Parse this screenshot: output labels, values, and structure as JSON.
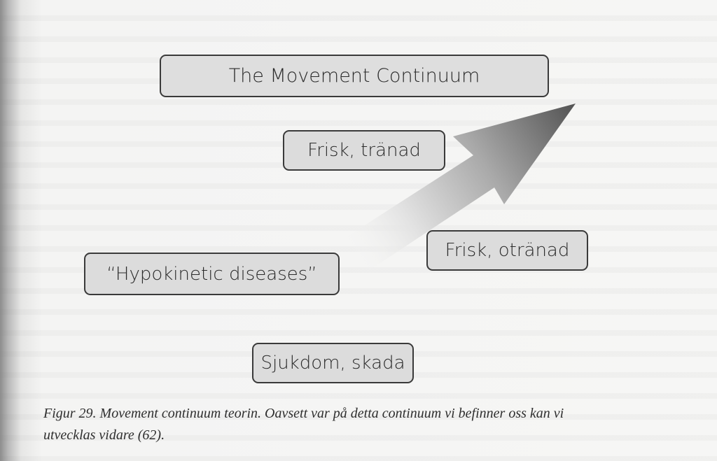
{
  "diagram": {
    "title": "The Movement Continuum",
    "levels": {
      "trained": "Frisk, tränad",
      "untrained": "Frisk, otränad",
      "hypokinetic": "“Hypokinetic diseases”",
      "disease": "Sjukdom, skada"
    }
  },
  "caption": {
    "line1": "Figur 29. Movement continuum teorin. Oavsett var på detta continuum vi befinner oss kan vi",
    "line2": "utvecklas vidare (62)."
  },
  "colors": {
    "box_fill": "#dcdcdc",
    "box_border": "#3a3a3a",
    "arrow_dark": "#5a5a5a",
    "arrow_light": "#f2f2f2"
  }
}
